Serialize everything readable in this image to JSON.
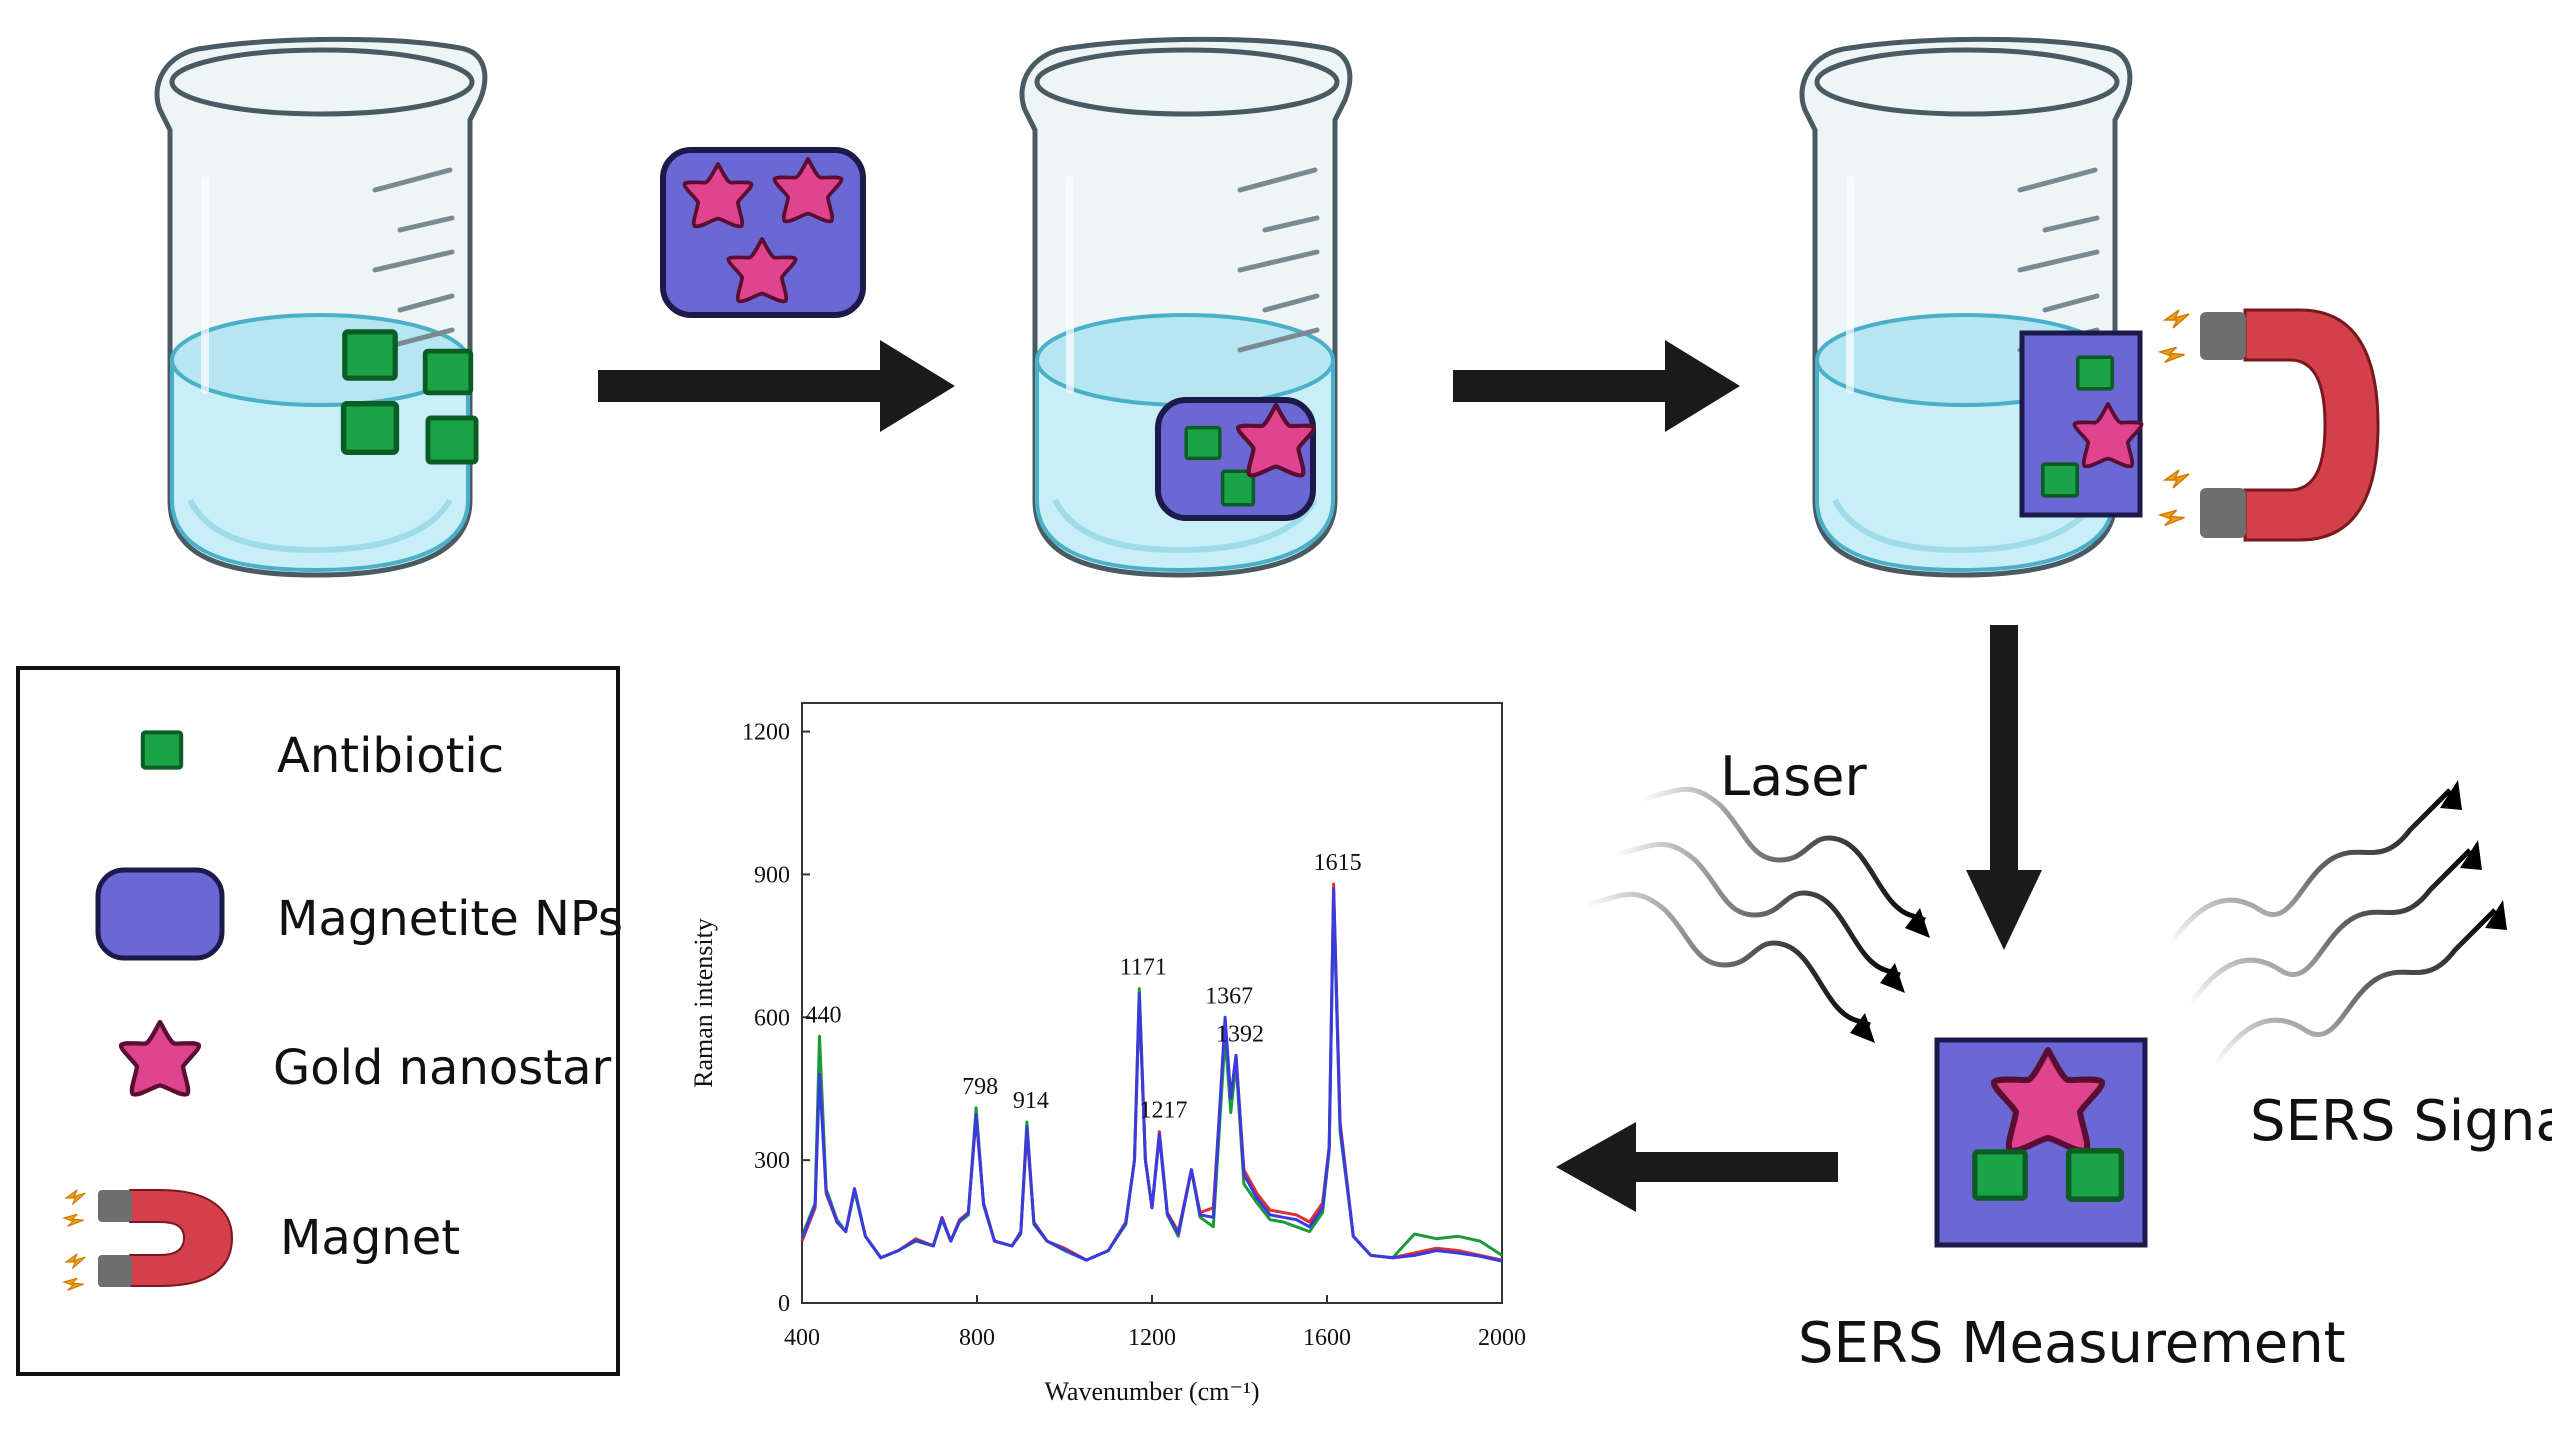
{
  "colors": {
    "water": "#c8eef7",
    "water_edge": "#5bbfd6",
    "glass": "#eaf1f3",
    "glass_edge": "#4a5a62",
    "antibiotic": "#1aa347",
    "antibiotic_edge": "#0b5d24",
    "magnetite": "#6b68d6",
    "magnetite_edge": "#1c1a4a",
    "nanostar": "#e0448e",
    "nanostar_edge": "#5a0f32",
    "magnet_red": "#d3404a",
    "magnet_pole": "#6e6e6e",
    "spark": "#f4a21a",
    "arrow": "#1a1a1a",
    "series_red": "#e03030",
    "series_green": "#1a9a3a",
    "series_blue": "#3a3ae0"
  },
  "legend": {
    "antibiotic": "Antibiotic",
    "magnetite": "Magnetite NPs",
    "nanostar": "Gold nanostar",
    "magnet": "Magnet"
  },
  "labels": {
    "laser": "Laser",
    "sers_signal": "SERS Signal",
    "sers_measurement": "SERS Measurement"
  },
  "chart_data": {
    "type": "line",
    "xlabel": "Wavenumber (cm⁻¹)",
    "ylabel": "Raman intensity",
    "xlim": [
      400,
      2000
    ],
    "ylim": [
      0,
      1260
    ],
    "xticks": [
      "400",
      "800",
      "1200",
      "1600",
      "2000"
    ],
    "yticks": [
      "0",
      "300",
      "600",
      "900",
      "1200"
    ],
    "grid": false,
    "peaks": [
      {
        "x": 440,
        "label": "440"
      },
      {
        "x": 798,
        "label": "798"
      },
      {
        "x": 914,
        "label": "914"
      },
      {
        "x": 1171,
        "label": "1171"
      },
      {
        "x": 1217,
        "label": "1217"
      },
      {
        "x": 1367,
        "label": "1367"
      },
      {
        "x": 1392,
        "label": "1392"
      },
      {
        "x": 1615,
        "label": "1615"
      }
    ],
    "series": [
      {
        "color": "red",
        "x": [
          400,
          430,
          440,
          455,
          480,
          500,
          520,
          545,
          580,
          620,
          660,
          700,
          720,
          740,
          760,
          780,
          798,
          815,
          840,
          880,
          900,
          914,
          930,
          960,
          1000,
          1050,
          1100,
          1140,
          1160,
          1171,
          1185,
          1200,
          1217,
          1235,
          1260,
          1290,
          1310,
          1340,
          1367,
          1380,
          1392,
          1410,
          1440,
          1470,
          1500,
          1530,
          1560,
          1590,
          1605,
          1615,
          1630,
          1660,
          1700,
          1750,
          1800,
          1850,
          1900,
          1950,
          2000
        ],
        "y": [
          130,
          200,
          510,
          230,
          170,
          150,
          240,
          140,
          95,
          110,
          135,
          120,
          180,
          130,
          175,
          190,
          390,
          210,
          130,
          120,
          150,
          360,
          170,
          130,
          115,
          90,
          110,
          170,
          300,
          640,
          300,
          200,
          360,
          190,
          150,
          280,
          190,
          200,
          580,
          430,
          520,
          280,
          230,
          195,
          190,
          185,
          170,
          210,
          330,
          880,
          380,
          140,
          100,
          95,
          105,
          115,
          110,
          100,
          90
        ]
      },
      {
        "color": "green",
        "x": [
          400,
          430,
          440,
          455,
          480,
          500,
          520,
          545,
          580,
          620,
          660,
          700,
          720,
          740,
          760,
          780,
          798,
          815,
          840,
          880,
          900,
          914,
          930,
          960,
          1000,
          1050,
          1100,
          1140,
          1160,
          1171,
          1185,
          1200,
          1217,
          1235,
          1260,
          1290,
          1310,
          1340,
          1367,
          1380,
          1392,
          1410,
          1440,
          1470,
          1500,
          1530,
          1560,
          1590,
          1605,
          1615,
          1630,
          1660,
          1700,
          1750,
          1800,
          1850,
          1900,
          1950,
          2000
        ],
        "y": [
          140,
          210,
          560,
          240,
          175,
          150,
          235,
          140,
          95,
          110,
          130,
          120,
          175,
          130,
          170,
          185,
          410,
          205,
          130,
          120,
          145,
          380,
          165,
          130,
          110,
          90,
          110,
          165,
          300,
          660,
          300,
          200,
          350,
          185,
          140,
          280,
          180,
          160,
          560,
          400,
          505,
          250,
          210,
          175,
          170,
          160,
          150,
          190,
          320,
          860,
          360,
          140,
          100,
          95,
          145,
          135,
          140,
          130,
          100
        ]
      },
      {
        "color": "blue",
        "x": [
          400,
          430,
          440,
          455,
          480,
          500,
          520,
          545,
          580,
          620,
          660,
          700,
          720,
          740,
          760,
          780,
          798,
          815,
          840,
          880,
          900,
          914,
          930,
          960,
          1000,
          1050,
          1100,
          1140,
          1160,
          1171,
          1185,
          1200,
          1217,
          1235,
          1260,
          1290,
          1310,
          1340,
          1367,
          1380,
          1392,
          1410,
          1440,
          1470,
          1500,
          1530,
          1560,
          1590,
          1605,
          1615,
          1630,
          1660,
          1700,
          1750,
          1800,
          1850,
          1900,
          1950,
          2000
        ],
        "y": [
          135,
          205,
          480,
          235,
          170,
          150,
          240,
          140,
          95,
          110,
          132,
          120,
          178,
          130,
          172,
          188,
          395,
          208,
          130,
          120,
          148,
          370,
          168,
          130,
          112,
          90,
          110,
          168,
          300,
          650,
          300,
          200,
          355,
          188,
          145,
          280,
          185,
          180,
          600,
          430,
          520,
          270,
          220,
          185,
          180,
          175,
          160,
          200,
          325,
          870,
          370,
          140,
          100,
          95,
          100,
          110,
          105,
          98,
          88
        ]
      }
    ]
  }
}
